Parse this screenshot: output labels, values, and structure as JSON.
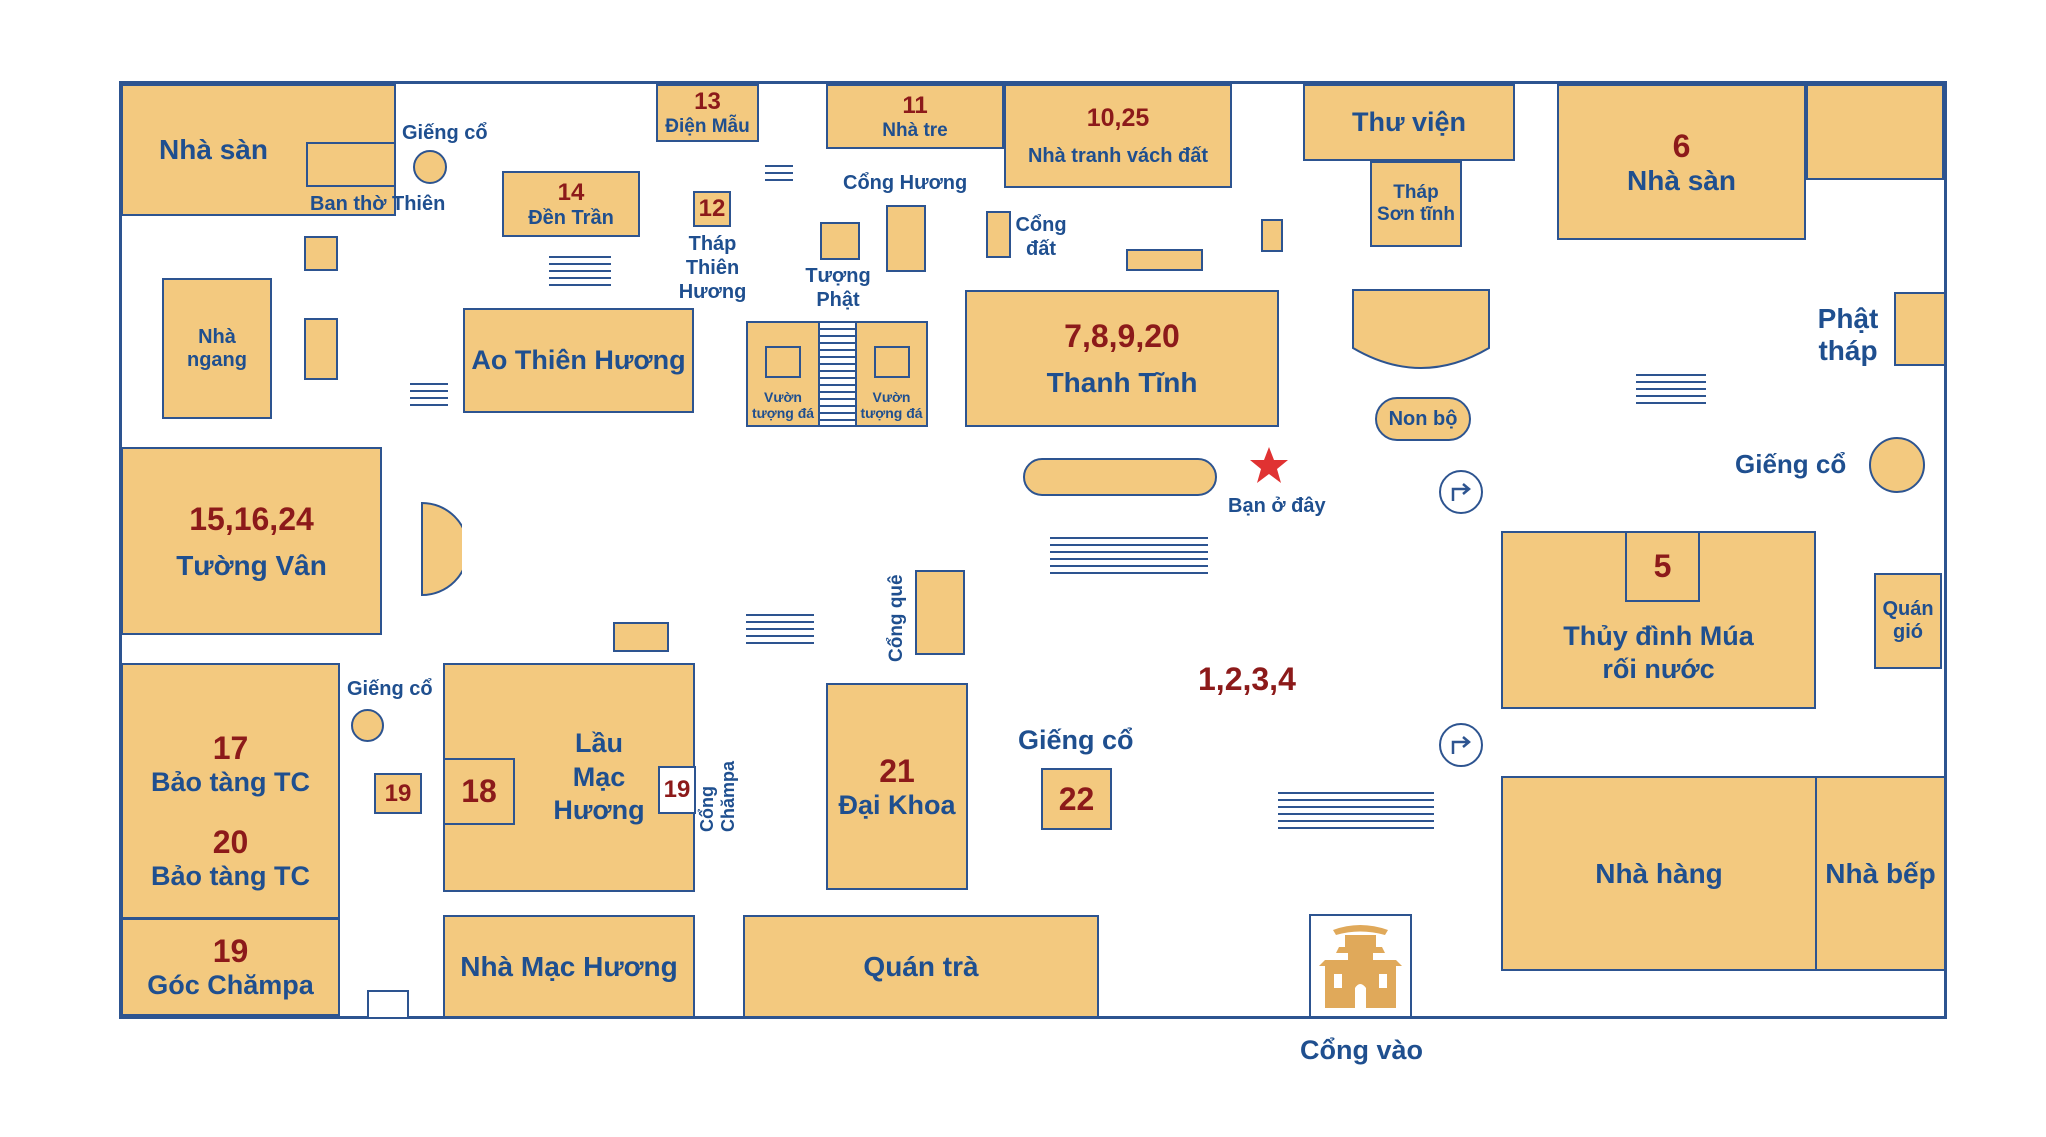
{
  "buildings": {
    "nha_san_left": "Nhà sàn",
    "ban_tho": "Ban thờ Thiên",
    "dien_mau_num": "13",
    "dien_mau": "Điện Mẫu",
    "nha_tre_num": "11",
    "nha_tre": "Nhà tre",
    "nha_tranh_num": "10,25",
    "nha_tranh": "Nhà tranh vách đất",
    "thu_vien": "Thư viện",
    "thap_son_tinh": "Tháp Sơn tĩnh",
    "nha_san_right_num": "6",
    "nha_san_right": "Nhà sàn",
    "den_tran_num": "14",
    "den_tran": "Đền Trần",
    "thap_thien_num": "12",
    "thap_thien": "Tháp Thiên Hương",
    "tuong_phat": "Tượng Phật",
    "nha_ngang": "Nhà ngang",
    "ao_thien": "Ao Thiên Hương",
    "vuon_tuong_da": "Vườn tượng đá",
    "thanh_tinh_num": "7,8,9,20",
    "thanh_tinh": "Thanh Tĩnh",
    "non_bo": "Non bộ",
    "phat_thap": "Phật tháp",
    "tuong_van_num": "15,16,24",
    "tuong_van": "Tường Vân",
    "thuy_dinh_num": "5",
    "thuy_dinh": "Thủy đình Múa rối nước",
    "quan_gio": "Quán gió",
    "bao_tang_17": "17",
    "bao_tang": "Bảo tàng TC",
    "bao_tang_20": "20",
    "box_19": "19",
    "lau_num": "18",
    "lau": "Lầu Mạc Hương",
    "dai_khoa_num": "21",
    "dai_khoa": "Đại Khoa",
    "gieng_22": "22",
    "nha_hang": "Nhà hàng",
    "nha_bep": "Nhà bếp",
    "goc_champa_num": "19",
    "goc_champa": "Góc Chămpa",
    "nha_mac_huong": "Nhà Mạc Hương",
    "quan_tra": "Quán trà"
  },
  "labels": {
    "gieng_co": "Giếng cổ",
    "cong_huong": "Cổng Hương",
    "cong_dat": "Cổng đất",
    "ban_o_day": "Bạn ở đây",
    "cong_que": "Cổng quê",
    "cong_champa": "Cổng Chămpa",
    "center_num": "1,2,3,4",
    "cong_vao": "Cổng vào"
  }
}
